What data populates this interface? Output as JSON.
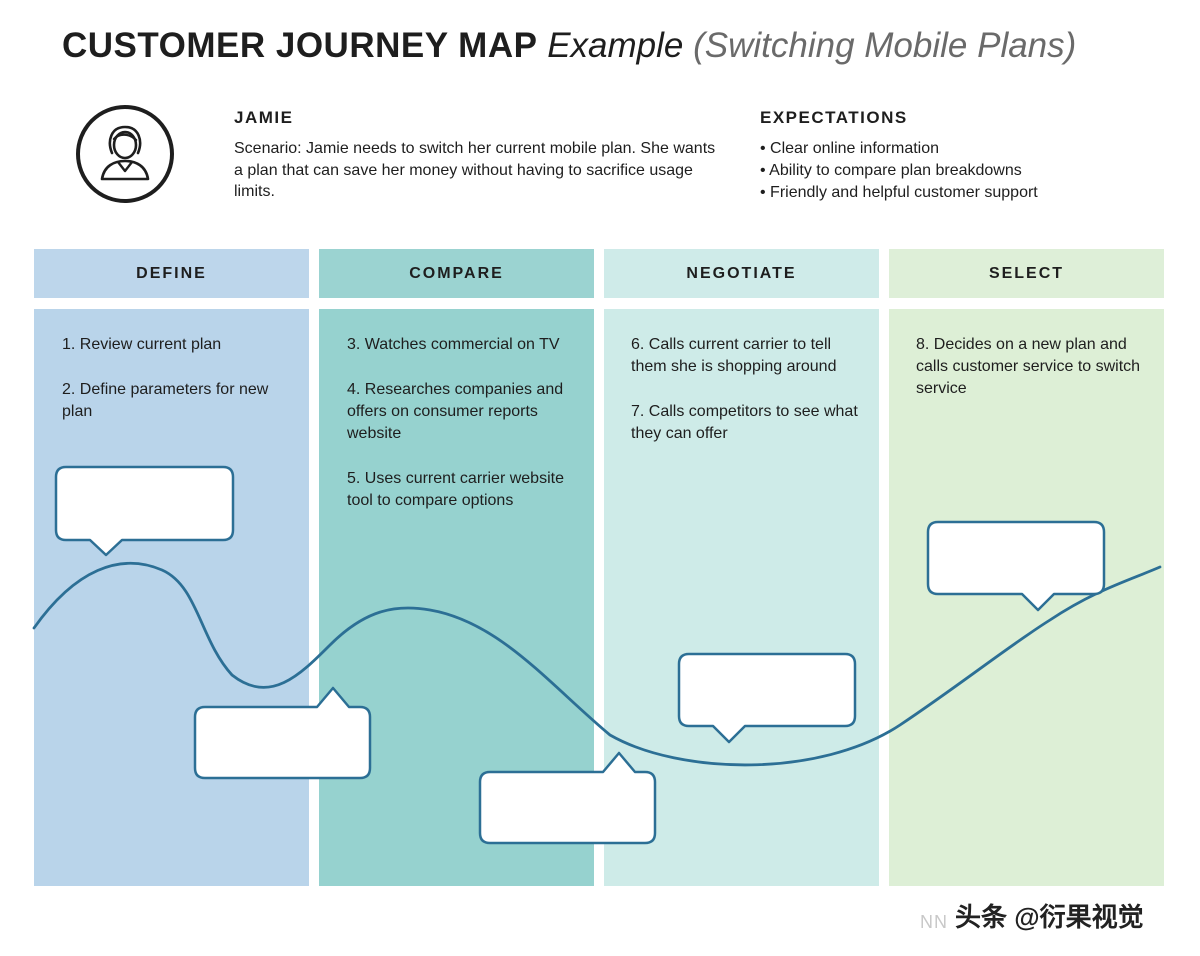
{
  "title": {
    "main": "CUSTOMER JOURNEY MAP",
    "example": "Example",
    "subtitle": "(Switching Mobile Plans)"
  },
  "persona": {
    "icon": "user-avatar-icon",
    "name": "JAMIE",
    "scenario": "Scenario: Jamie needs to switch her current mobile plan. She wants a plan that can save her money without having to sacrifice usage limits."
  },
  "expectations": {
    "heading": "EXPECTATIONS",
    "items": [
      "• Clear online information",
      "• Ability to compare plan breakdowns",
      "• Friendly and helpful customer support"
    ]
  },
  "columns": [
    {
      "label": "DEFINE",
      "header_color": "#bdd6eb",
      "body_color": "#b9d4ea",
      "steps": [
        "1. Review current plan",
        "2. Define parameters for new plan"
      ]
    },
    {
      "label": "COMPARE",
      "header_color": "#9bd3d1",
      "body_color": "#96d2cf",
      "steps": [
        "3. Watches commercial on TV",
        "4. Researches companies and offers on consumer reports website",
        "5. Uses current carrier website tool to compare options"
      ]
    },
    {
      "label": "NEGOTIATE",
      "header_color": "#cfebe9",
      "body_color": "#ceebe8",
      "steps": [
        "6. Calls current carrier to tell them she is shopping around",
        "7. Calls competitors to see what they can offer"
      ]
    },
    {
      "label": "SELECT",
      "header_color": "#deefd8",
      "body_color": "#ddefd6",
      "steps": [
        "8. Decides on a new plan and calls customer service to switch service"
      ]
    }
  ],
  "curve_color": "#2c6f95",
  "footer": {
    "mark": "NN",
    "credit": "头条 @衍果视觉"
  }
}
